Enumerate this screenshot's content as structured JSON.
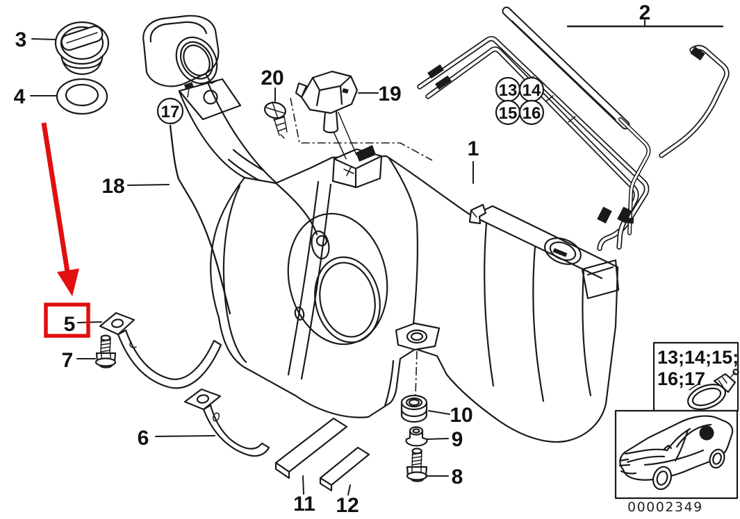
{
  "diagram": {
    "kind": "exploded-parts-diagram",
    "subject": "fuel-tank-assembly",
    "doc_number": "00002349",
    "highlight_color": "#e10f0f",
    "line_color": "#1a1a1a",
    "background_color": "#ffffff",
    "highlighted_part": "5"
  },
  "part_labels": {
    "1": "1",
    "2": "2",
    "3": "3",
    "4": "4",
    "5": "5",
    "6": "6",
    "7": "7",
    "8": "8",
    "9": "9",
    "10": "10",
    "11": "11",
    "12": "12",
    "13": "13",
    "14": "14",
    "15": "15",
    "16": "16",
    "17": "17",
    "18": "18",
    "19": "19",
    "20": "20"
  },
  "inset": {
    "line1": "13;14;15;",
    "line2": "16;17"
  }
}
